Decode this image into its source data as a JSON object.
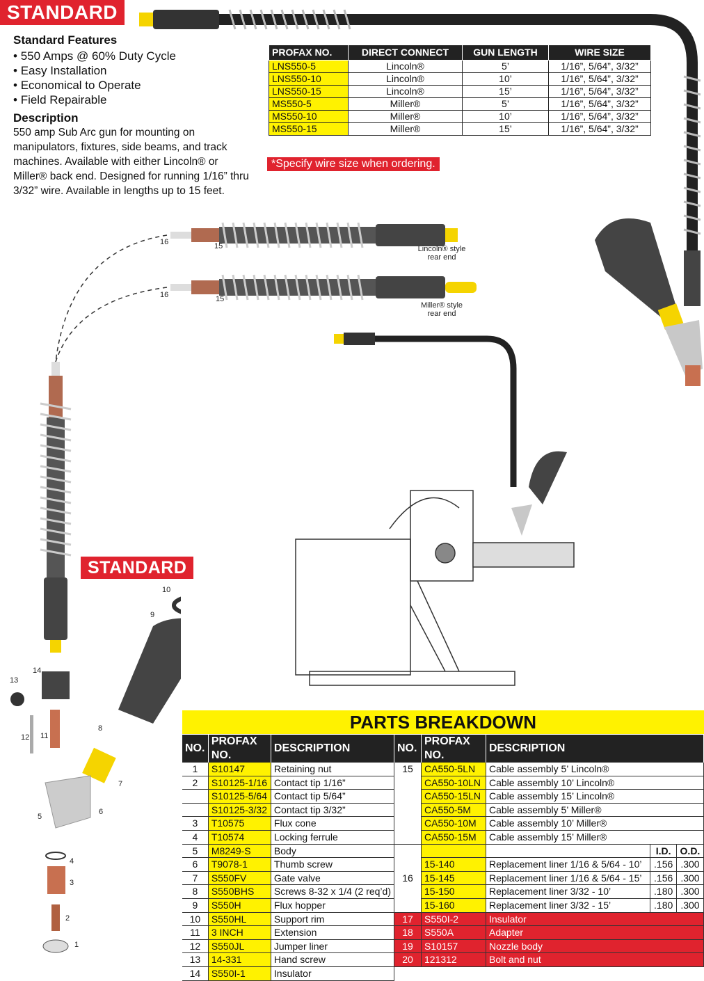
{
  "banner_top": "STANDARD",
  "banner_mid": "STANDARD",
  "features": {
    "heading": "Standard Features",
    "items": [
      "550 Amps @ 60% Duty Cycle",
      "Easy Installation",
      "Economical to Operate",
      "Field Repairable"
    ]
  },
  "description": {
    "heading": "Description",
    "text": "550 amp Sub Arc gun for mounting on manipulators, fixtures, side beams, and track machines.  Available with either Lincoln® or Miller® back end.  Designed for running 1/16” thru 3/32” wire.  Available in lengths up to 15 feet."
  },
  "spec_table": {
    "headers": [
      "PROFAX NO.",
      "DIRECT CONNECT",
      "GUN LENGTH",
      "WIRE SIZE"
    ],
    "rows": [
      [
        "LNS550-5",
        "Lincoln®",
        "5’",
        "1/16”, 5/64”, 3/32”"
      ],
      [
        "LNS550-10",
        "Lincoln®",
        "10’",
        "1/16”, 5/64”, 3/32”"
      ],
      [
        "LNS550-15",
        "Lincoln®",
        "15’",
        "1/16”, 5/64”, 3/32”"
      ],
      [
        "MS550-5",
        "Miller®",
        "5’",
        "1/16”, 5/64”, 3/32”"
      ],
      [
        "MS550-10",
        "Miller®",
        "10’",
        "1/16”, 5/64”, 3/32”"
      ],
      [
        "MS550-15",
        "Miller®",
        "15’",
        "1/16”, 5/64”, 3/32”"
      ]
    ],
    "note": "*Specify wire size when ordering."
  },
  "diagram_labels": {
    "lincoln_rear": "Lincoln® style rear end",
    "miller_rear": "Miller® style rear end",
    "n16a": "16",
    "n15a": "15",
    "n16b": "16",
    "n15b": "15",
    "n10": "10",
    "n9": "9",
    "n14": "14",
    "n13": "13",
    "n12": "12",
    "n11": "11",
    "n8": "8",
    "n7": "7",
    "n6": "6",
    "n5": "5",
    "n4": "4",
    "n3": "3",
    "n2": "2",
    "n1": "1"
  },
  "parts": {
    "title": "PARTS BREAKDOWN",
    "headers": [
      "NO.",
      "PROFAX NO.",
      "DESCRIPTION"
    ],
    "left_rows": [
      [
        "1",
        "S10147",
        "Retaining nut"
      ],
      [
        "2",
        "S10125-1/16",
        "Contact tip 1/16”"
      ],
      [
        "",
        "S10125-5/64",
        "Contact tip 5/64”"
      ],
      [
        "",
        "S10125-3/32",
        "Contact tip 3/32”"
      ],
      [
        "3",
        "T10575",
        "Flux cone"
      ],
      [
        "4",
        "T10574",
        "Locking ferrule"
      ],
      [
        "5",
        "M8249-S",
        "Body"
      ],
      [
        "6",
        "T9078-1",
        "Thumb screw"
      ],
      [
        "7",
        "S550FV",
        "Gate valve"
      ],
      [
        "8",
        "S550BHS",
        "Screws 8-32 x 1/4 (2 req’d)"
      ],
      [
        "9",
        "S550H",
        "Flux hopper"
      ],
      [
        "10",
        "S550HL",
        "Support rim"
      ],
      [
        "11",
        "3 INCH",
        "Extension"
      ],
      [
        "12",
        "S550JL",
        "Jumper liner"
      ],
      [
        "13",
        "14-331",
        "Hand screw"
      ],
      [
        "14",
        "S550I-1",
        "Insulator"
      ]
    ],
    "right_cable_no": "15",
    "right_cables": [
      [
        "CA550-5LN",
        "Cable assembly 5’ Lincoln®"
      ],
      [
        "CA550-10LN",
        "Cable assembly 10’ Lincoln®"
      ],
      [
        "CA550-15LN",
        "Cable assembly 15’ Lincoln®"
      ],
      [
        "CA550-5M",
        "Cable assembly 5’ Miller®"
      ],
      [
        "CA550-10M",
        "Cable assembly 10’ Miller®"
      ],
      [
        "CA550-15M",
        "Cable assembly 15’ Miller®"
      ]
    ],
    "liner_no": "16",
    "liner_headers": [
      "I.D.",
      "O.D."
    ],
    "liners": [
      [
        "15-140",
        "Replacement liner 1/16 & 5/64 - 10’",
        ".156",
        ".300"
      ],
      [
        "15-145",
        "Replacement liner 1/16 & 5/64 - 15’",
        ".156",
        ".300"
      ],
      [
        "15-150",
        "Replacement liner 3/32 - 10’",
        ".180",
        ".300"
      ],
      [
        "15-160",
        "Replacement liner 3/32 - 15’",
        ".180",
        ".300"
      ]
    ],
    "red_rows": [
      [
        "17",
        "S550I-2",
        "Insulator"
      ],
      [
        "18",
        "S550A",
        "Adapter"
      ],
      [
        "19",
        "S10157",
        "Nozzle body"
      ],
      [
        "20",
        "121312",
        "Bolt and nut"
      ]
    ]
  }
}
